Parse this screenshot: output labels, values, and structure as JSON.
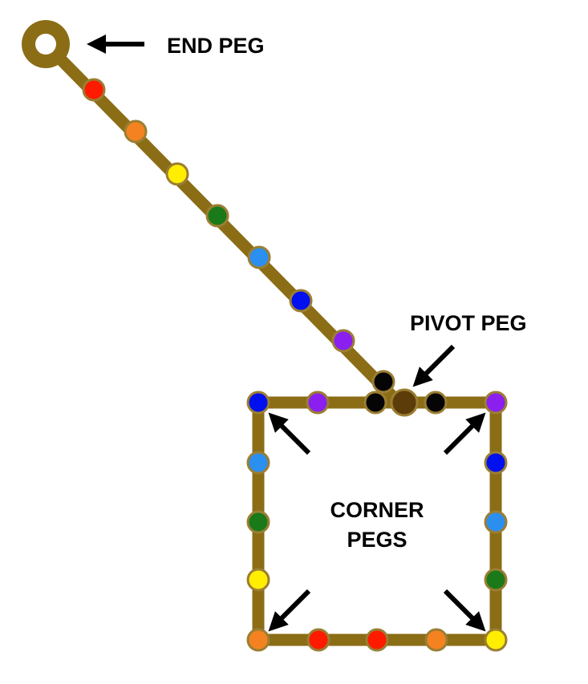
{
  "labels": {
    "end_peg": "END PEG",
    "pivot_peg": "PIVOT PEG",
    "corner_pegs_line1": "CORNER",
    "corner_pegs_line2": "PEGS"
  },
  "colors": {
    "rod": "#8b6d16",
    "red": "#ff1a00",
    "orange": "#f58220",
    "yellow": "#ffee00",
    "green": "#1a7a1a",
    "light_blue": "#2b8ff0",
    "blue": "#0010ee",
    "purple": "#8a1ff0",
    "black": "#050505",
    "pivot": "#5c3c08"
  }
}
